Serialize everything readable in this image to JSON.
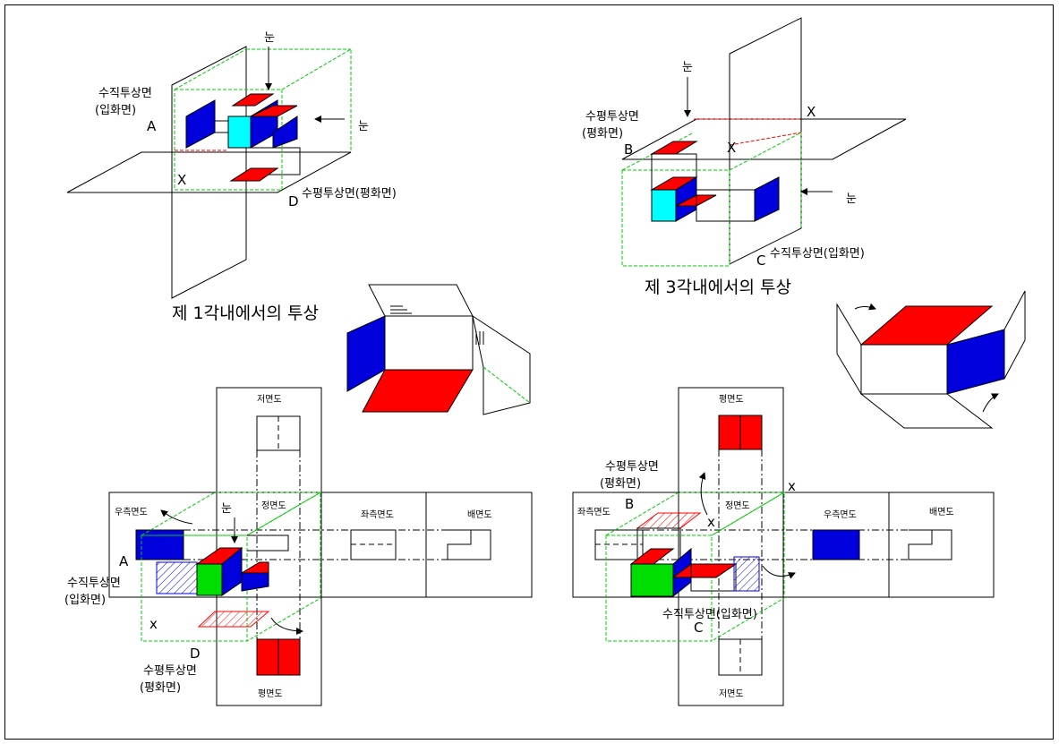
{
  "colors": {
    "red": "#ff0000",
    "blue": "#0000dd",
    "cyan": "#00ffff",
    "green": "#00dd00",
    "proj_line": "#00cc00"
  },
  "first_angle": {
    "caption": "제 1각내에서의 투상",
    "vertical_plane": "수직투상면",
    "vertical_plane_alt": "(입화면)",
    "horizontal_plane": "수평투상면(평화면)",
    "eye_top": "눈",
    "eye_side": "눈",
    "letter_a": "A",
    "letter_d": "D",
    "letter_x": "X"
  },
  "third_angle": {
    "caption": "제 3각내에서의 투상",
    "horizontal_plane": "수평투상면",
    "horizontal_plane_alt": "(평화면)",
    "vertical_plane": "수직투상면(입화면)",
    "eye_top": "눈",
    "eye_side": "눈",
    "letter_b": "B",
    "letter_c": "C",
    "letter_x1": "X",
    "letter_x2": "X"
  },
  "first_angle_layout": {
    "bottom_view": "저면도",
    "front_view": "정면도",
    "left_view": "좌측면도",
    "back_view": "배면도",
    "right_view": "우측면도",
    "top_view": "평면도",
    "eye": "눈",
    "letter_a": "A",
    "letter_d": "D",
    "letter_x": "x",
    "vertical_plane": "수직투상면",
    "vertical_plane_alt": "(입화면)",
    "horizontal_plane": "수평투상면",
    "horizontal_plane_alt": "(평화면)"
  },
  "third_angle_layout": {
    "top_view": "평면도",
    "front_view": "정면도",
    "left_view": "좌측면도",
    "right_view": "우측면도",
    "back_view": "배면도",
    "bottom_view": "저면도",
    "letter_b": "B",
    "letter_c": "C",
    "letter_x1": "x",
    "letter_x2": "x",
    "horizontal_plane": "수평투상면",
    "horizontal_plane_alt": "(평화면)",
    "vertical_plane": "수직투상면(입화면)"
  }
}
